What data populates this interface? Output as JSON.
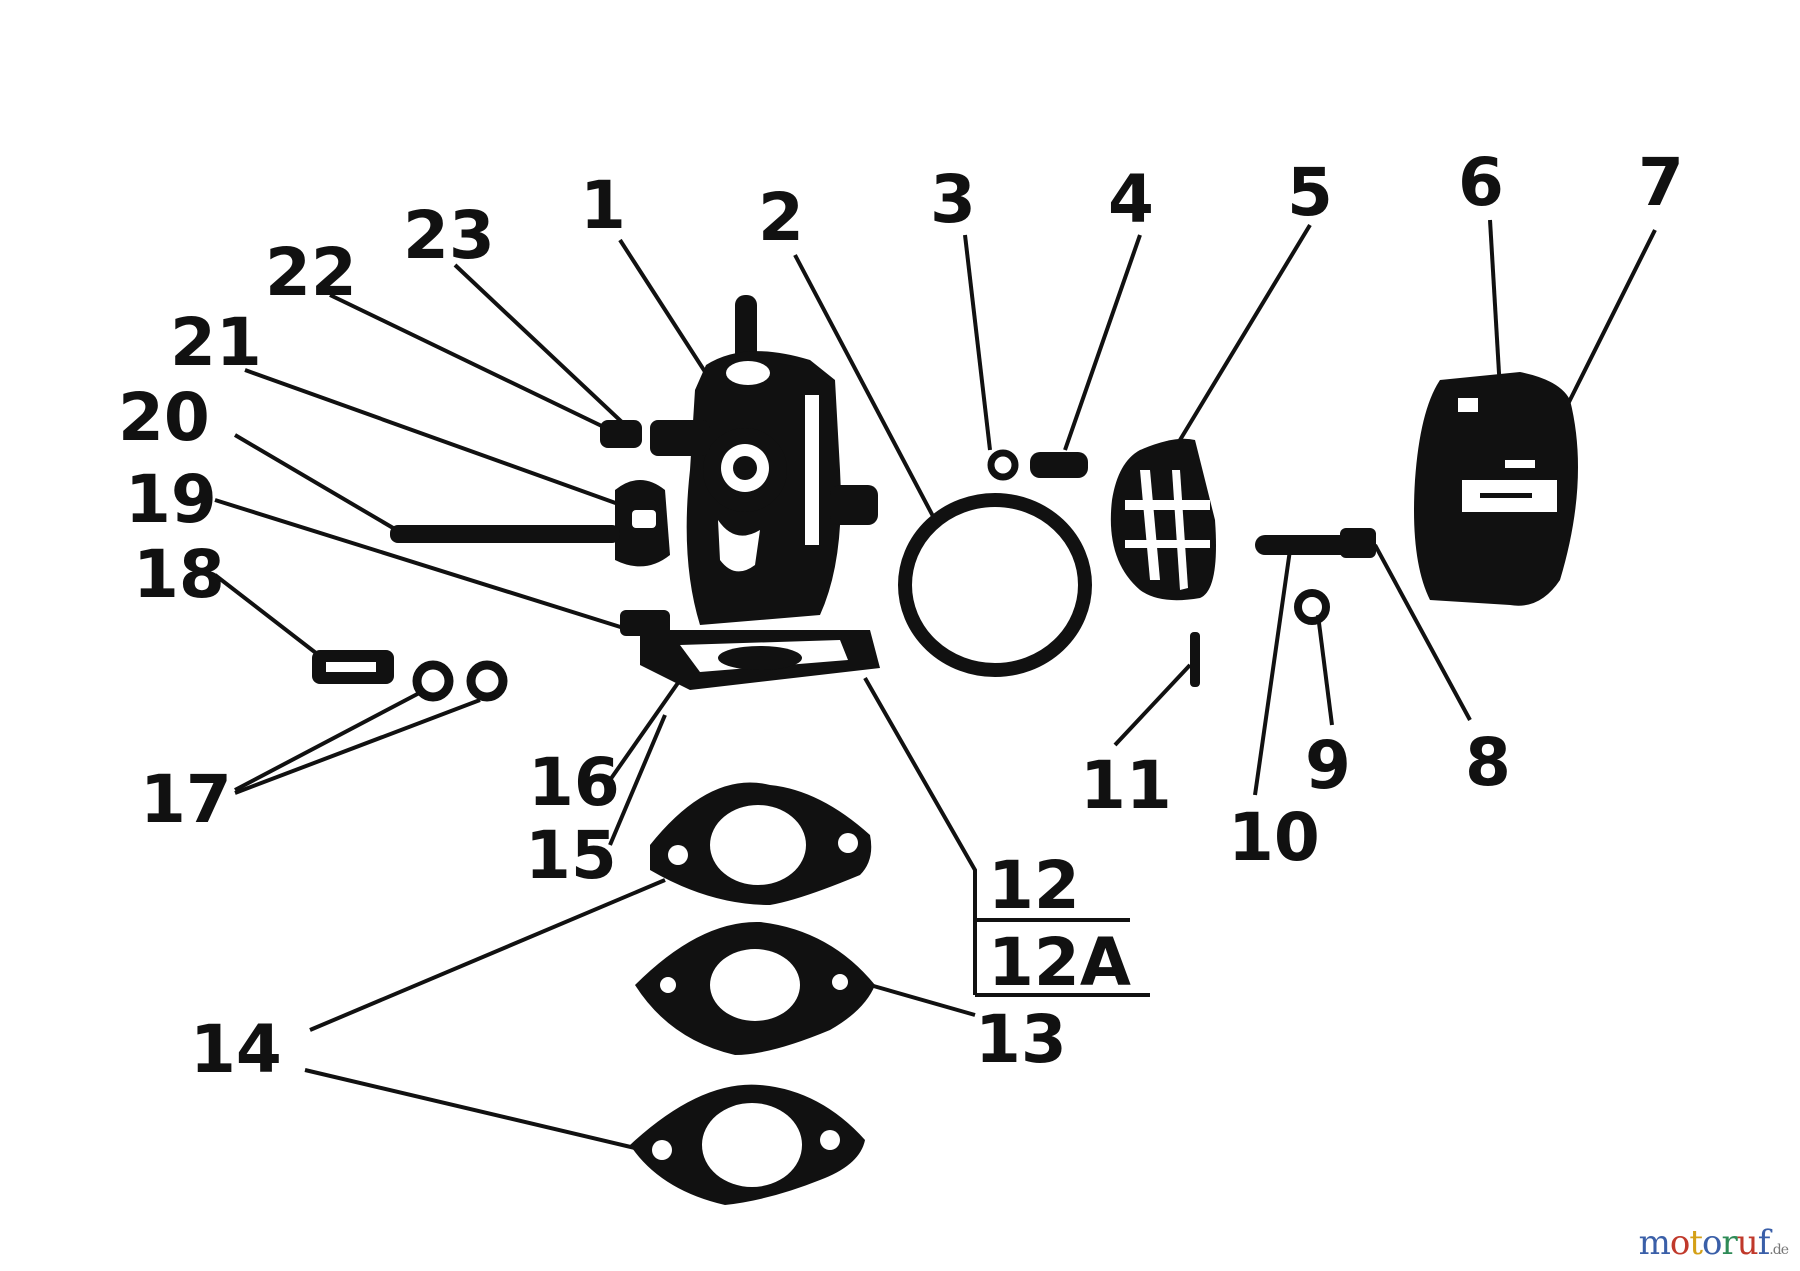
{
  "diagram": {
    "labels": {
      "l1": "1",
      "l2": "2",
      "l3": "3",
      "l4": "4",
      "l5": "5",
      "l6": "6",
      "l7": "7",
      "l8": "8",
      "l9": "9",
      "l10": "10",
      "l11": "11",
      "l12": "12",
      "l12a": "12A",
      "l13": "13",
      "l14": "14",
      "l15": "15",
      "l16": "16",
      "l17": "17",
      "l18": "18",
      "l19": "19",
      "l20": "20",
      "l21": "21",
      "l22": "22",
      "l23": "23"
    }
  },
  "watermark": {
    "letters": [
      "m",
      "o",
      "t",
      "o",
      "r",
      "u",
      "f"
    ],
    "letter_colors": [
      "#3a5fa8",
      "#c0392b",
      "#d4a017",
      "#3a5fa8",
      "#2e8b57",
      "#c0392b",
      "#3a5fa8"
    ],
    "suffix": ".de"
  }
}
